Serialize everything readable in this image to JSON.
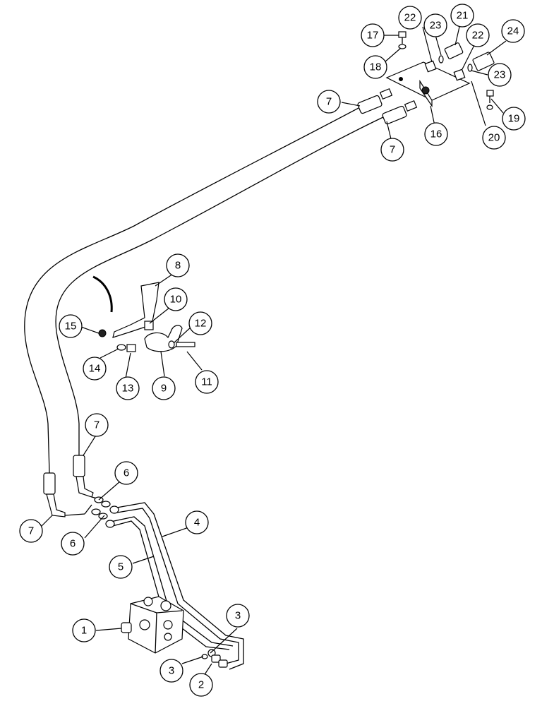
{
  "figure": {
    "labels": [
      {
        "id": "c1",
        "text": "1"
      },
      {
        "id": "c2",
        "text": "2"
      },
      {
        "id": "c3a",
        "text": "3"
      },
      {
        "id": "c3b",
        "text": "3"
      },
      {
        "id": "c4",
        "text": "4"
      },
      {
        "id": "c5",
        "text": "5"
      },
      {
        "id": "c6a",
        "text": "6"
      },
      {
        "id": "c6b",
        "text": "6"
      },
      {
        "id": "c7a",
        "text": "7"
      },
      {
        "id": "c7b",
        "text": "7"
      },
      {
        "id": "c7c",
        "text": "7"
      },
      {
        "id": "c7d",
        "text": "7"
      },
      {
        "id": "c8",
        "text": "8"
      },
      {
        "id": "c9",
        "text": "9"
      },
      {
        "id": "c10",
        "text": "10"
      },
      {
        "id": "c11",
        "text": "11"
      },
      {
        "id": "c12",
        "text": "12"
      },
      {
        "id": "c13",
        "text": "13"
      },
      {
        "id": "c14",
        "text": "14"
      },
      {
        "id": "c15",
        "text": "15"
      },
      {
        "id": "c16",
        "text": "16"
      },
      {
        "id": "c17",
        "text": "17"
      },
      {
        "id": "c18",
        "text": "18"
      },
      {
        "id": "c19",
        "text": "19"
      },
      {
        "id": "c20",
        "text": "20"
      },
      {
        "id": "c21",
        "text": "21"
      },
      {
        "id": "c22a",
        "text": "22"
      },
      {
        "id": "c22b",
        "text": "22"
      },
      {
        "id": "c23a",
        "text": "23"
      },
      {
        "id": "c23b",
        "text": "23"
      },
      {
        "id": "c24",
        "text": "24"
      }
    ]
  }
}
